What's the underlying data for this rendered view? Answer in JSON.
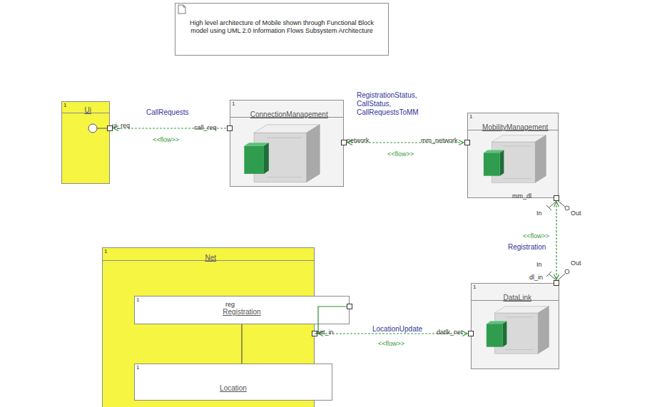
{
  "diagram": {
    "nodes": [
      {
        "text": [
          "High level architecture of Mobile shown through Functional Block model using UML 2.0 Information Flows Subsystem Architecture"
        ]
      },
      {
        "text": [
          "1",
          "Ui"
        ]
      },
      {
        "text": [
          "1",
          "ConnectionManagement"
        ]
      },
      {
        "text": [
          "1",
          "MobilityManagement"
        ]
      },
      {
        "text": [
          "1",
          "Net"
        ]
      },
      {
        "text": [
          "1",
          "Registration"
        ],
        "in": 4
      },
      {
        "text": [
          "1",
          "Location"
        ],
        "in": 4
      },
      {
        "text": [
          "1",
          "DataLink"
        ]
      }
    ],
    "edges": [
      {
        "from": 2,
        "to": 1,
        "arrow": "to",
        "label": "CallRequests"
      },
      {
        "from": 2,
        "to": 3,
        "arrow": "both",
        "label": "RegistrationStatus, CallStatus, CallRequestsToMM"
      },
      {
        "from": 3,
        "to": 7,
        "arrow": "both",
        "label": "Registration"
      },
      {
        "from": 4,
        "to": 7,
        "arrow": "both",
        "label": "LocationUpdate"
      },
      {
        "from": 5,
        "to": 6,
        "arrow": "none"
      },
      {
        "from": 5,
        "to": 4,
        "arrow": "none"
      }
    ],
    "labels": [
      "ui_req",
      "call_req",
      "<<flow>>",
      "network",
      "mm_network",
      "<<flow>>",
      "mm_dl",
      "In",
      "Out",
      "<<flow>>",
      "In",
      "Out",
      "dl_in",
      "reg",
      "net_in",
      "<<flow>>",
      "datlk_net"
    ]
  }
}
